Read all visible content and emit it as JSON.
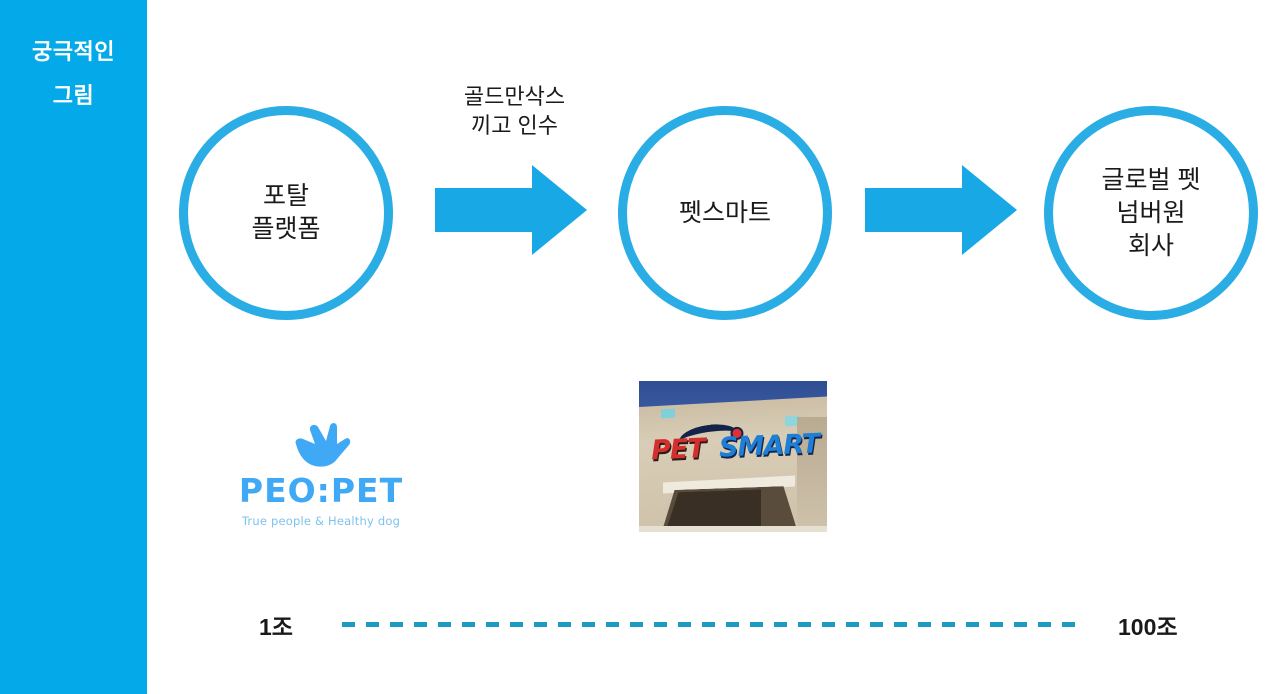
{
  "sidebar": {
    "title_line1": "궁극적인",
    "title_line2": "그림",
    "background_color": "#03a9e8",
    "text_color": "#ffffff"
  },
  "theme": {
    "accent_color": "#29ade4",
    "accent_dark": "#1b9bc2",
    "canvas_background": "#ffffff",
    "text_color": "#1a1a1a"
  },
  "diagram": {
    "type": "flow",
    "nodes": [
      {
        "id": "portal",
        "label": "포탈\n플랫폼"
      },
      {
        "id": "petsmart",
        "label": "펫스마트"
      },
      {
        "id": "global",
        "label": "글로벌 펫\n넘버원\n회사"
      }
    ],
    "connectors": [
      {
        "id": "arrow-1",
        "icon": "right-arrow-icon",
        "caption": "골드만삭스\n끼고 인수"
      },
      {
        "id": "arrow-2",
        "icon": "right-arrow-icon",
        "caption": ""
      }
    ]
  },
  "logos": {
    "peopet": {
      "icon": "dog-head-hand-icon",
      "wordmark": "PEO:PET",
      "tagline": "True people & Healthy dog",
      "wordmark_color": "#3fa9f5",
      "tagline_color": "#7ec2ef"
    },
    "petsmart_photo": {
      "alt": "petsmart-storefront-photo",
      "sign_part1": "PET",
      "sign_part2": "SMART",
      "sign_part1_color": "#d32f2f",
      "sign_part2_color": "#1e7fd4"
    }
  },
  "scale": {
    "start_label": "1조",
    "end_label": "100조",
    "line_style": "dashed",
    "line_color": "#1b9bc2"
  }
}
